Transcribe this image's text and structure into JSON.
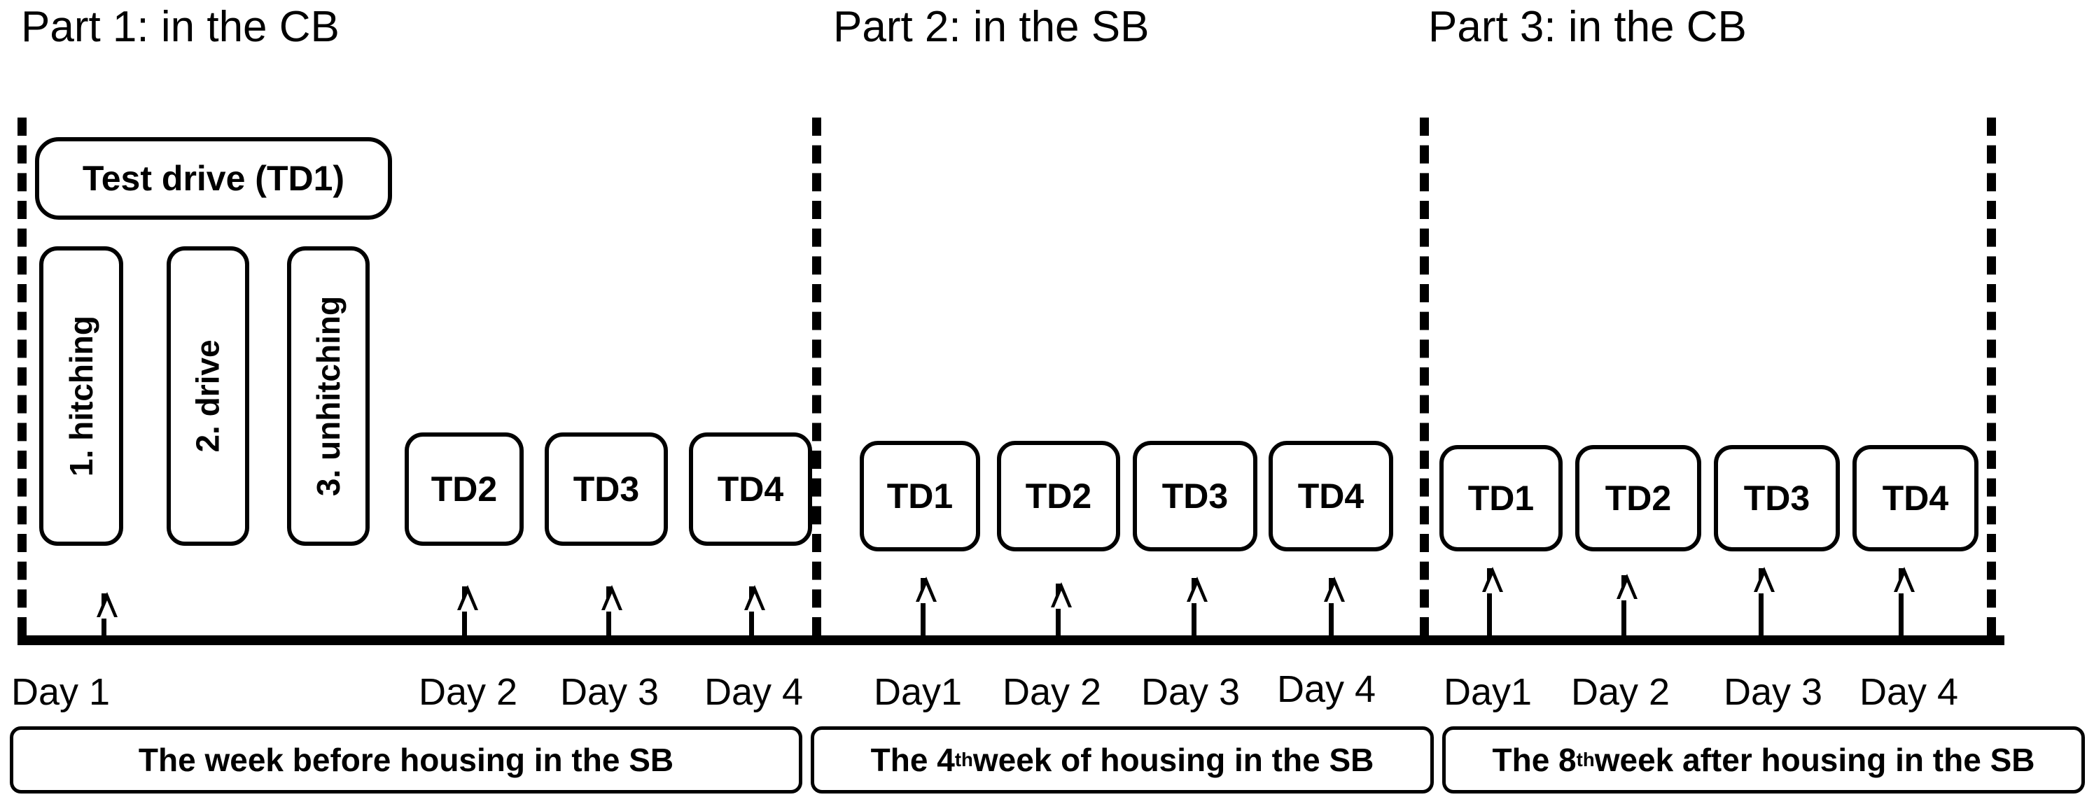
{
  "figure": {
    "type": "timeline-diagram",
    "background": "#ffffff",
    "line_color": "#000000"
  },
  "parts": [
    {
      "title": "Part 1: in the CB"
    },
    {
      "title": "Part 2: in the SB"
    },
    {
      "title": "Part 3: in the CB"
    }
  ],
  "part1": {
    "test_drive_box": "Test drive (TD1)",
    "steps": [
      "1. hitching",
      "2. drive",
      "3. unhitching"
    ],
    "td_boxes": [
      "TD2",
      "TD3",
      "TD4"
    ],
    "days": [
      "Day 1",
      "Day 2",
      "Day 3",
      "Day 4"
    ]
  },
  "part2": {
    "td_boxes": [
      "TD1",
      "TD2",
      "TD3",
      "TD4"
    ],
    "days": [
      "Day1",
      "Day 2",
      "Day 3",
      "Day 4"
    ]
  },
  "part3": {
    "td_boxes": [
      "TD1",
      "TD2",
      "TD3",
      "TD4"
    ],
    "days": [
      "Day1",
      "Day 2",
      "Day 3",
      "Day 4"
    ]
  },
  "captions": {
    "one_pre": "The week before housing in the SB",
    "two_pre": "The 4",
    "two_sup": "th",
    "two_post": " week of housing in the SB",
    "three_pre": "The 8",
    "three_sup": "th",
    "three_post": " week after housing in the SB"
  }
}
